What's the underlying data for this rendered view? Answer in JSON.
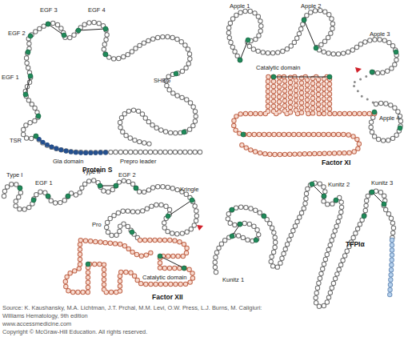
{
  "diagram": {
    "caption": "Source: K. Kaushansky, M.A. Lichtman, J.T. Prchal, M.M. Levi, O.W. Press, L.J. Burns, M. Caligiuri: Williams Hematology, 9th edition",
    "labels": [
      "EGF 3",
      "EGF 4",
      "EGF 2",
      "EGF 1",
      "TSR",
      "SHBG",
      "Gla domain",
      "Prepro leader",
      "Protein S",
      "Apple 1",
      "Apple 2",
      "Apple 3",
      "Apple 4",
      "Catalytic domain",
      "Factor XI",
      "Type I",
      "EGF 1",
      "Type II",
      "EGF 2",
      "Kringle",
      "Pro",
      "Catalytic domain",
      "Factor XII",
      "Kunitz 2",
      "Kunitz 3",
      "Kunitz 1",
      "TFPIα",
      "www.accessmedicine.com",
      "Copyright © McGraw-Hill Education.  All rights reserved."
    ]
  }
}
